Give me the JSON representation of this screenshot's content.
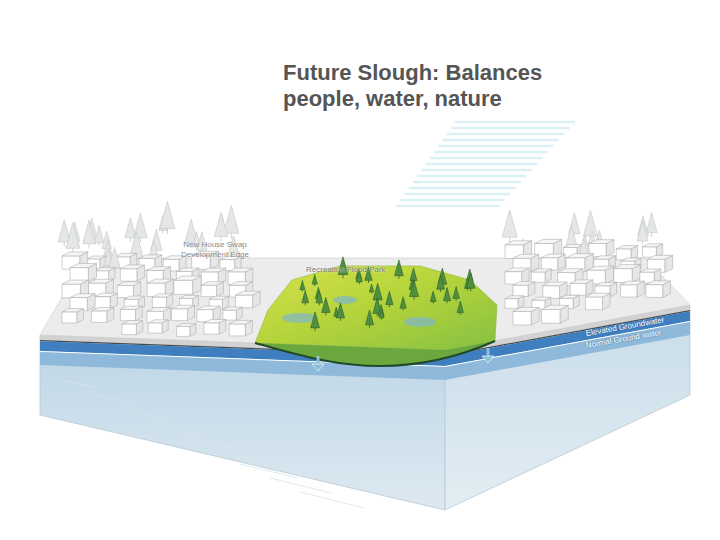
{
  "diagram": {
    "title": "Future Slough: Balances people, water, nature",
    "labels": [
      "New House Swap Development Edge",
      "Recreation Flood Park",
      "Elevated Groundwater",
      "Normal Ground water"
    ]
  }
}
